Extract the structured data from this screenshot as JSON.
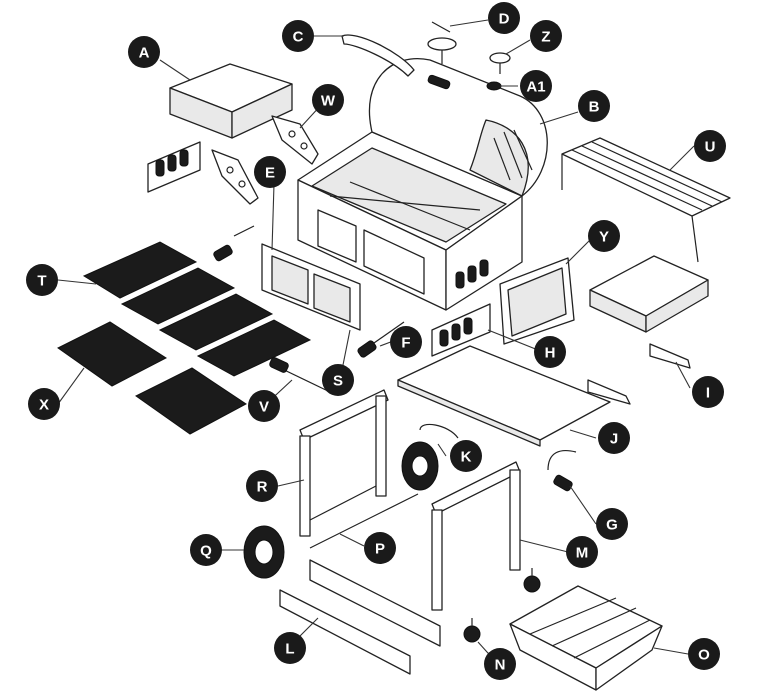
{
  "parts": {
    "A": "A",
    "A1": "A1",
    "B": "B",
    "C": "C",
    "D": "D",
    "E": "E",
    "F": "F",
    "G": "G",
    "H": "H",
    "I": "I",
    "J": "J",
    "K": "K",
    "L": "L",
    "M": "M",
    "N": "N",
    "O": "O",
    "P": "P",
    "Q": "Q",
    "R": "R",
    "S": "S",
    "T": "T",
    "U": "U",
    "V": "V",
    "W": "W",
    "X": "X",
    "Y": "Y",
    "Z": "Z"
  },
  "colors": {
    "line": "#222222",
    "badge": "#1a1a1a",
    "badge_text": "#ffffff"
  }
}
